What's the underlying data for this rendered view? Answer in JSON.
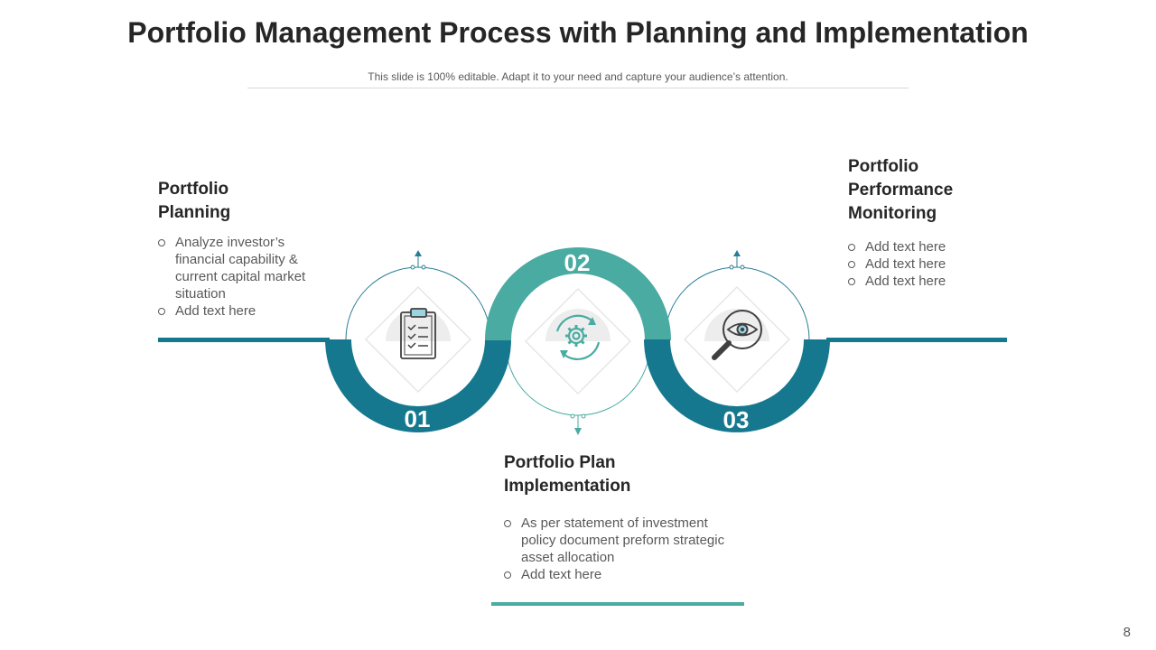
{
  "header": {
    "title": "Portfolio Management Process with Planning and Implementation",
    "subtitle": "This slide is 100% editable. Adapt it to your need and capture your audience’s attention."
  },
  "steps": [
    {
      "number": "01",
      "title": "Portfolio Planning",
      "icon": "clipboard-checklist-icon",
      "bullets": [
        "Analyze investor’s financial capability & current capital market situation",
        "Add text here"
      ]
    },
    {
      "number": "02",
      "title": "Portfolio Plan Implementation",
      "icon": "gear-cycle-icon",
      "bullets": [
        "As per statement of investment policy document preform strategic asset allocation",
        "Add text here"
      ]
    },
    {
      "number": "03",
      "title": "Portfolio Performance Monitoring",
      "icon": "magnifier-eye-icon",
      "bullets": [
        "Add text here",
        "Add text here",
        "Add text here"
      ]
    }
  ],
  "colors": {
    "dark_teal": "#16788f",
    "light_teal": "#4aaba2",
    "thin_line": "#2b7d96",
    "icon_gray": "#404040"
  },
  "page_number": "8"
}
